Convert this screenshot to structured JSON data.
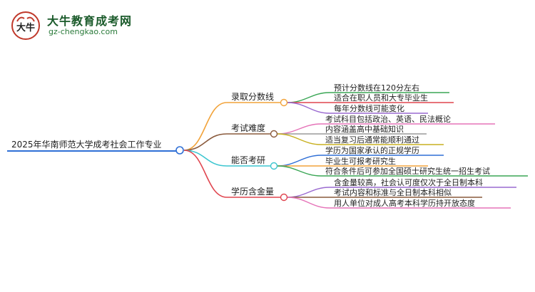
{
  "logo": {
    "title": "大牛教育成考网",
    "url": "gz-chengkao.com",
    "glyph": "大牛"
  },
  "root": "2025年华南师范大学成考社会工作专业",
  "branches": [
    {
      "label": "录取分数线",
      "color": "#f2a33a",
      "children": [
        {
          "label": "预计分数线在120分左右",
          "color": "#3aa655"
        },
        {
          "label": "适合在职人员和大专毕业生",
          "color": "#e0454f"
        },
        {
          "label": "每年分数线可能变化",
          "color": "#9a6ad0"
        }
      ]
    },
    {
      "label": "考试难度",
      "color": "#8a5a3c",
      "children": [
        {
          "label": "考试科目包括政治、英语、民法概论",
          "color": "#e573b8"
        },
        {
          "label": "内容涵盖高中基础知识",
          "color": "#9a9a9a"
        },
        {
          "label": "适当复习后通常能顺利通过",
          "color": "#c8b020"
        }
      ]
    },
    {
      "label": "能否考研",
      "color": "#3cc6d0",
      "children": [
        {
          "label": "学历为国家承认的正规学历",
          "color": "#2f6fd6"
        },
        {
          "label": "毕业生可报考研究生",
          "color": "#f2a33a"
        },
        {
          "label": "符合条件后可参加全国硕士研究生统一招生考试",
          "color": "#3aa655"
        }
      ]
    },
    {
      "label": "学历含金量",
      "color": "#e0454f",
      "children": [
        {
          "label": "含金量较高，社会认可度仅次于全日制本科",
          "color": "#9a6ad0"
        },
        {
          "label": "考试内容和标准与全日制本科相似",
          "color": "#8a5a3c"
        },
        {
          "label": "用人单位对成人高考本科学历持开放态度",
          "color": "#e573b8"
        }
      ]
    }
  ],
  "root_color": "#2f6fd6"
}
